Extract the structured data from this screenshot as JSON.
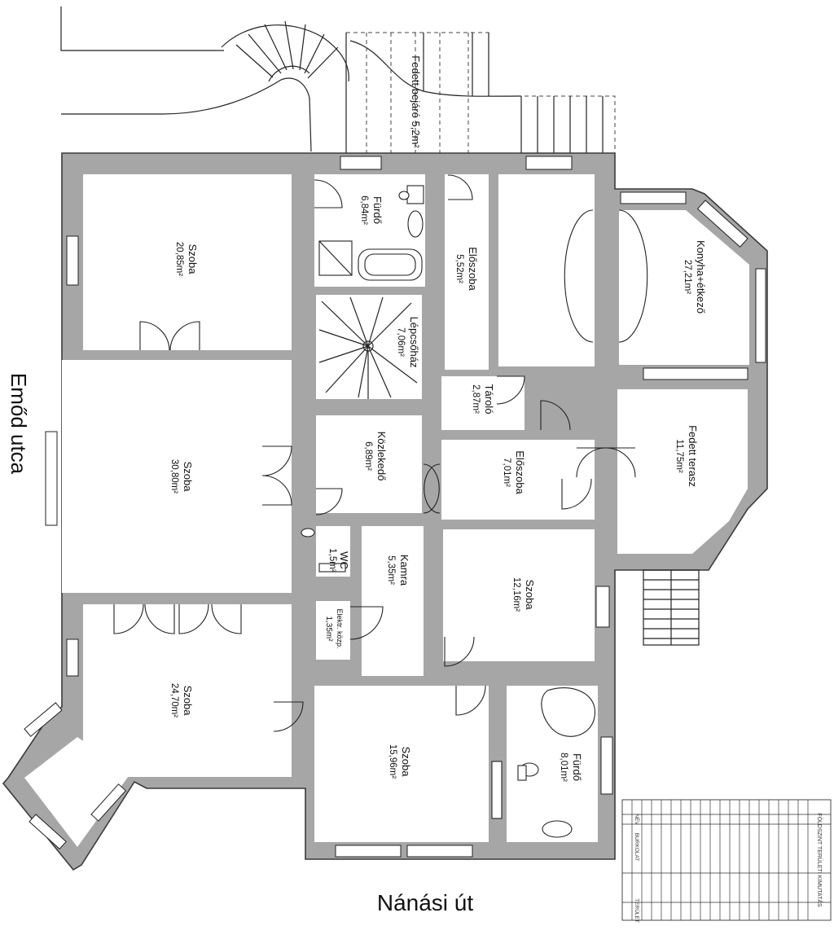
{
  "streets": {
    "west": "Emőd utca",
    "south": "Nánási út"
  },
  "rooms": [
    {
      "id": "szoba-20",
      "name": "Szoba",
      "area": "20,85m²"
    },
    {
      "id": "furdo-6",
      "name": "Fürdő",
      "area": "6,84m²"
    },
    {
      "id": "eloszoba-5",
      "name": "Előszoba",
      "area": "5,52m²"
    },
    {
      "id": "konyha",
      "name": "Konyha+étkező",
      "area": "27,21m²"
    },
    {
      "id": "lepcsohaz",
      "name": "Lépcsőház",
      "area": "7,06m²"
    },
    {
      "id": "szoba-30",
      "name": "Szoba",
      "area": "30,80m²"
    },
    {
      "id": "tarolo",
      "name": "Tároló",
      "area": "2,87m²"
    },
    {
      "id": "fedett-terasz",
      "name": "Fedett terasz",
      "area": "11,75m²"
    },
    {
      "id": "kozlekedo",
      "name": "Közlekedő",
      "area": "6,89m²"
    },
    {
      "id": "eloszoba-7",
      "name": "Előszoba",
      "area": "7,01m²"
    },
    {
      "id": "wc",
      "name": "WC",
      "area": "1,5m²"
    },
    {
      "id": "kamra",
      "name": "Kamra",
      "area": "5,35m²"
    },
    {
      "id": "szoba-12",
      "name": "Szoba",
      "area": "12,16m²"
    },
    {
      "id": "elektr",
      "name": "Elektr. közp.",
      "area": "1,35m²"
    },
    {
      "id": "szoba-24",
      "name": "Szoba",
      "area": "24,70m²"
    },
    {
      "id": "szoba-15",
      "name": "Szoba",
      "area": "15,96m²"
    },
    {
      "id": "furdo-8",
      "name": "Fürdő",
      "area": "8,01m²"
    }
  ],
  "covered_entrance": {
    "label": "Fedett bejáró 5,2m²"
  },
  "area_table": {
    "title": "FÖLDSZINT TERÜLETI KIMUTATÁS",
    "headers": [
      "NÉV",
      "BURKOLAT",
      "TERÜLET"
    ]
  }
}
